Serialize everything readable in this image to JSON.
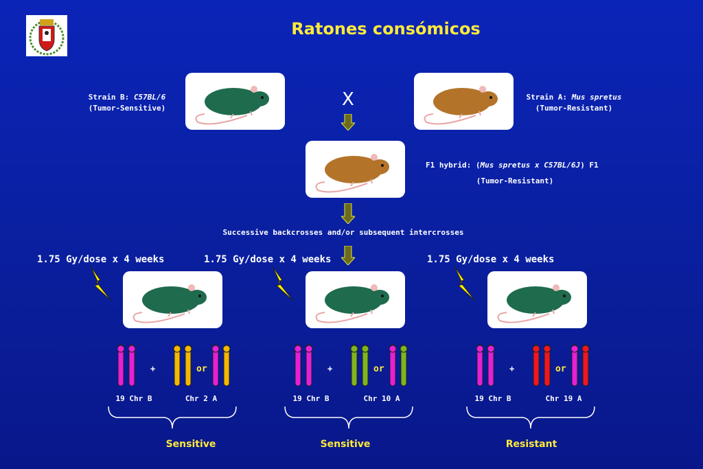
{
  "title": "Ratones consómicos",
  "strain_b": {
    "prefix": "Strain B: ",
    "name": "C57BL/6",
    "note": "(Tumor-Sensitive)"
  },
  "strain_a": {
    "prefix": "Strain A: ",
    "name": "Mus spretus",
    "note": "(Tumor-Resistant)"
  },
  "cross_symbol": "X",
  "f1": {
    "prefix": "F1 hybrid: (",
    "name": "Mus spretus x C57BL/6J",
    "suffix": ") F1",
    "note": "(Tumor-Resistant)"
  },
  "backcross_text": "Successive backcrosses and/or subsequent intercrosses",
  "colors": {
    "pink": "#e81fd6",
    "gold": "#f5b800",
    "olive": "#7fb51c",
    "red": "#f2161e",
    "black_mouse": "#1f6b4d",
    "brown_mouse": "#b3742a"
  },
  "groups": [
    {
      "dose": "1.75 Gy/dose x 4 weeks",
      "plus": "+",
      "or": "or",
      "label_b": "19 Chr B",
      "label_a": "Chr 2 A",
      "result": "Sensitive",
      "chr_color": "gold"
    },
    {
      "dose": "1.75 Gy/dose x 4 weeks",
      "plus": "+",
      "or": "or",
      "label_b": "19 Chr B",
      "label_a": "Chr 10 A",
      "result": "Sensitive",
      "chr_color": "olive"
    },
    {
      "dose": "1.75 Gy/dose x 4 weeks",
      "plus": "+",
      "or": "or",
      "label_b": "19 Chr B",
      "label_a": "Chr 19 A",
      "result": "Resistant",
      "chr_color": "red"
    }
  ]
}
